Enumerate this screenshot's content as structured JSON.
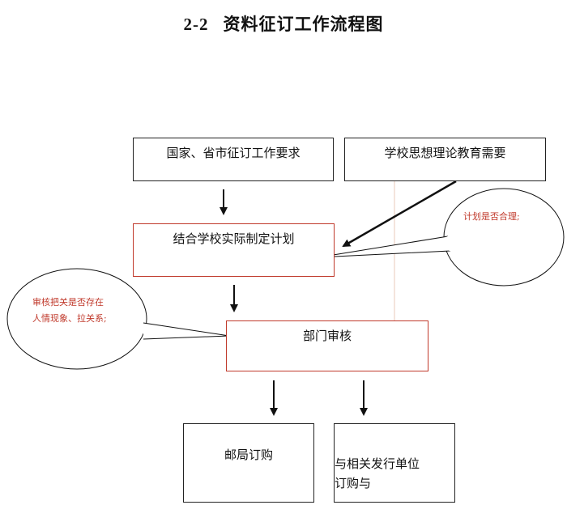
{
  "title": {
    "number": "2-2",
    "text": "资料征订工作流程图"
  },
  "nodes": {
    "national_requirements": "国家、省市征订工作要求",
    "school_needs": "学校思想理论教育需要",
    "plan": "结合学校实际制定计划",
    "dept_review": "部门审核",
    "post_office": "邮局订购",
    "issuer_line1": "与相关发行单位",
    "issuer_line2": "订购与"
  },
  "callouts": {
    "plan_note": "计划是否合理;",
    "review_note_line1": "审核把关是否存在",
    "review_note_line2": "人情现象、拉关系;"
  },
  "colors": {
    "accent_red": "#c0392b",
    "line": "#111111"
  }
}
